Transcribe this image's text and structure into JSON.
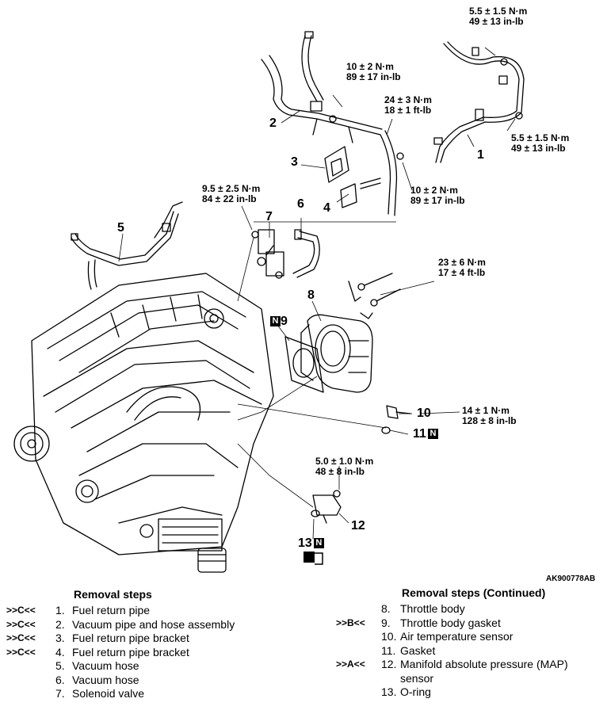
{
  "figure_code": "AK900778AB",
  "torques": {
    "t1": [
      "5.5 ± 1.5 N·m",
      "49 ± 13 in-lb"
    ],
    "t2": [
      "10 ± 2 N·m",
      "89 ± 17 in-lb"
    ],
    "t3": [
      "24 ± 3 N·m",
      "18 ± 1 ft-lb"
    ],
    "t4": [
      "5.5 ± 1.5 N·m",
      "49 ± 13 in-lb"
    ],
    "t5": [
      "9.5 ± 2.5 N·m",
      "84 ± 22 in-lb"
    ],
    "t6": [
      "10 ± 2 N·m",
      "89 ± 17 in-lb"
    ],
    "t7": [
      "23 ± 6 N·m",
      "17 ± 4 ft-lb"
    ],
    "t8": [
      "14 ± 1 N·m",
      "128 ± 8 in-lb"
    ],
    "t9": [
      "5.0 ± 1.0 N·m",
      "48 ± 8 in-lb"
    ]
  },
  "callouts": {
    "c1": "1",
    "c2": "2",
    "c3": "3",
    "c4": "4",
    "c5": "5",
    "c6": "6",
    "c7": "7",
    "c8": "8",
    "c9": "9",
    "c10": "10",
    "c11": "11",
    "c12": "12",
    "c13": "13",
    "n_marker": "N"
  },
  "removal_left": {
    "title": "Removal steps",
    "steps": [
      {
        "mark": ">>C<<",
        "num": "1.",
        "text": "Fuel return pipe"
      },
      {
        "mark": ">>C<<",
        "num": "2.",
        "text": "Vacuum pipe and hose assembly"
      },
      {
        "mark": ">>C<<",
        "num": "3.",
        "text": "Fuel return pipe bracket"
      },
      {
        "mark": ">>C<<",
        "num": "4.",
        "text": "Fuel return pipe bracket"
      },
      {
        "mark": "",
        "num": "5.",
        "text": "Vacuum hose"
      },
      {
        "mark": "",
        "num": "6.",
        "text": "Vacuum hose"
      },
      {
        "mark": "",
        "num": "7.",
        "text": "Solenoid valve"
      }
    ]
  },
  "removal_right": {
    "title": "Removal steps (Continued)",
    "steps": [
      {
        "mark": "",
        "num": "8.",
        "text": "Throttle body"
      },
      {
        "mark": ">>B<<",
        "num": "9.",
        "text": "Throttle body gasket"
      },
      {
        "mark": "",
        "num": "10.",
        "text": "Air temperature sensor"
      },
      {
        "mark": "",
        "num": "11.",
        "text": "Gasket"
      },
      {
        "mark": ">>A<<",
        "num": "12.",
        "text": "Manifold absolute pressure (MAP)"
      },
      {
        "mark": "",
        "num": "",
        "text": "sensor"
      },
      {
        "mark": "",
        "num": "13.",
        "text": "O-ring"
      }
    ]
  }
}
